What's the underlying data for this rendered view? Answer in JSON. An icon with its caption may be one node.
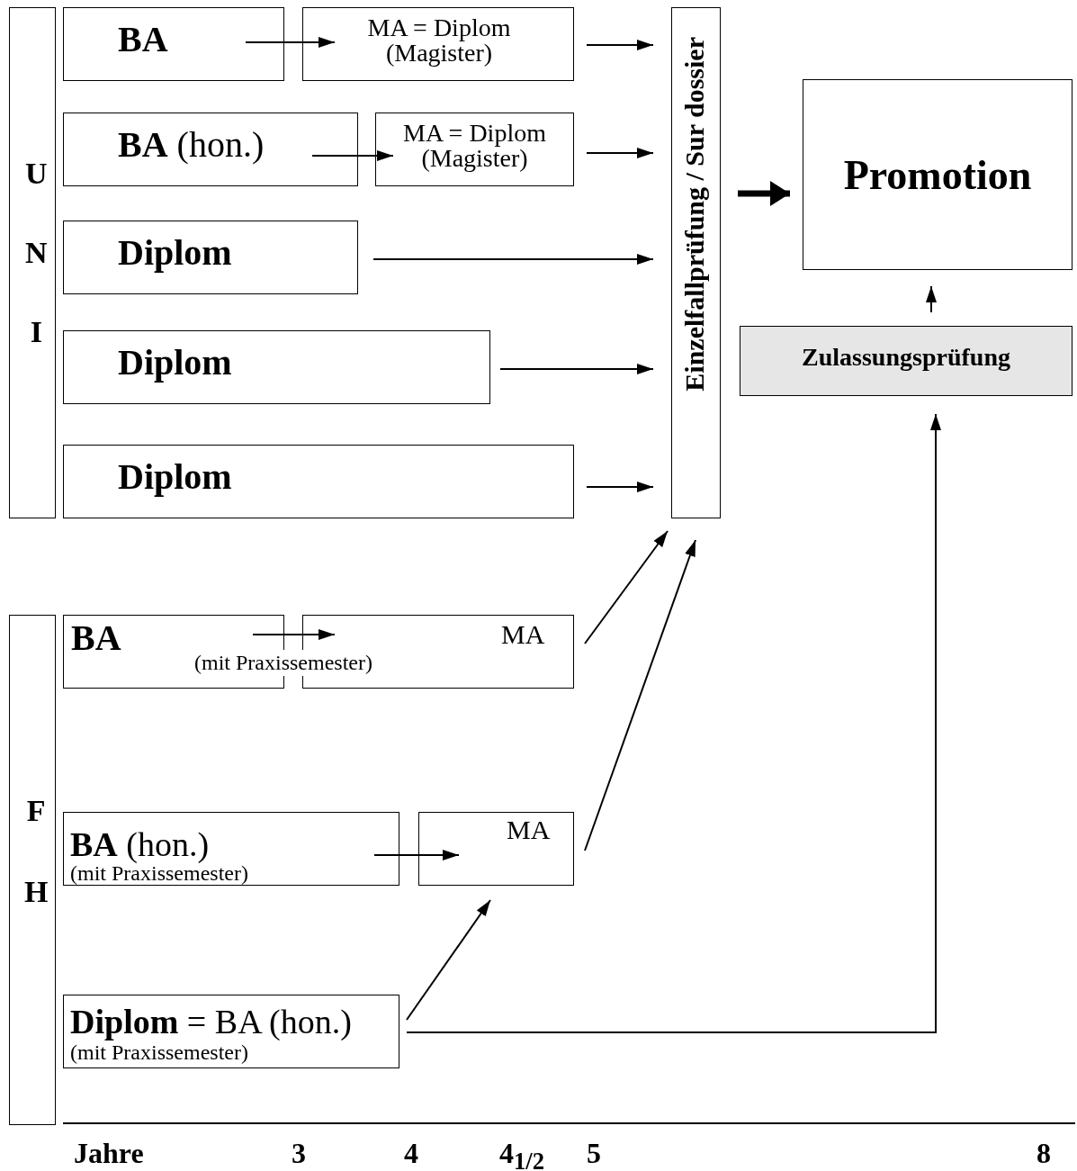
{
  "diagram": {
    "nodes": [
      {
        "text": [
          "UNI"
        ]
      },
      {
        "text": [
          "BA"
        ]
      },
      {
        "text": [
          "MA = Diplom (Magister)"
        ]
      },
      {
        "text": [
          "**BA** (hon.)"
        ]
      },
      {
        "text": [
          "MA = Diplom (Magister)"
        ]
      },
      {
        "text": [
          "Diplom"
        ]
      },
      {
        "text": [
          "Diplom"
        ]
      },
      {
        "text": [
          "Diplom"
        ]
      },
      {
        "text": [
          "Einzelfallprüfung / Sur dossier"
        ]
      },
      {
        "text": [
          "Promotion"
        ]
      },
      {
        "text": [
          "Zulassungsprüfung"
        ]
      },
      {
        "text": [
          "FH"
        ]
      },
      {
        "text": [
          "BA"
        ]
      },
      {
        "text": [
          "MA"
        ]
      },
      {
        "text": [
          "**BA** (hon.)",
          "(mit Praxissemester)"
        ]
      },
      {
        "text": [
          "MA"
        ]
      },
      {
        "text": [
          "**Diplom** = BA (hon.)",
          "(mit Praxissemester)"
        ]
      }
    ],
    "edges": [
      {
        "from": 1,
        "to": 2,
        "arrow": "to"
      },
      {
        "from": 2,
        "to": 8,
        "arrow": "to"
      },
      {
        "from": 3,
        "to": 4,
        "arrow": "to"
      },
      {
        "from": 4,
        "to": 8,
        "arrow": "to"
      },
      {
        "from": 5,
        "to": 8,
        "arrow": "to"
      },
      {
        "from": 6,
        "to": 8,
        "arrow": "to"
      },
      {
        "from": 7,
        "to": 8,
        "arrow": "to"
      },
      {
        "from": 8,
        "to": 9,
        "arrow": "to",
        "style": "thick"
      },
      {
        "from": 10,
        "to": 9,
        "arrow": "to"
      },
      {
        "from": 12,
        "to": 13,
        "arrow": "to"
      },
      {
        "from": 13,
        "to": 8,
        "arrow": "to"
      },
      {
        "from": 14,
        "to": 15,
        "arrow": "to"
      },
      {
        "from": 15,
        "to": 8,
        "arrow": "to"
      },
      {
        "from": 16,
        "to": 15,
        "arrow": "to"
      },
      {
        "from": 16,
        "to": 10,
        "arrow": "to"
      }
    ],
    "labels": [
      "(mit Praxissemester)",
      "Jahre",
      "3",
      "4",
      "4$_{1/2}$",
      "5",
      "8"
    ]
  }
}
